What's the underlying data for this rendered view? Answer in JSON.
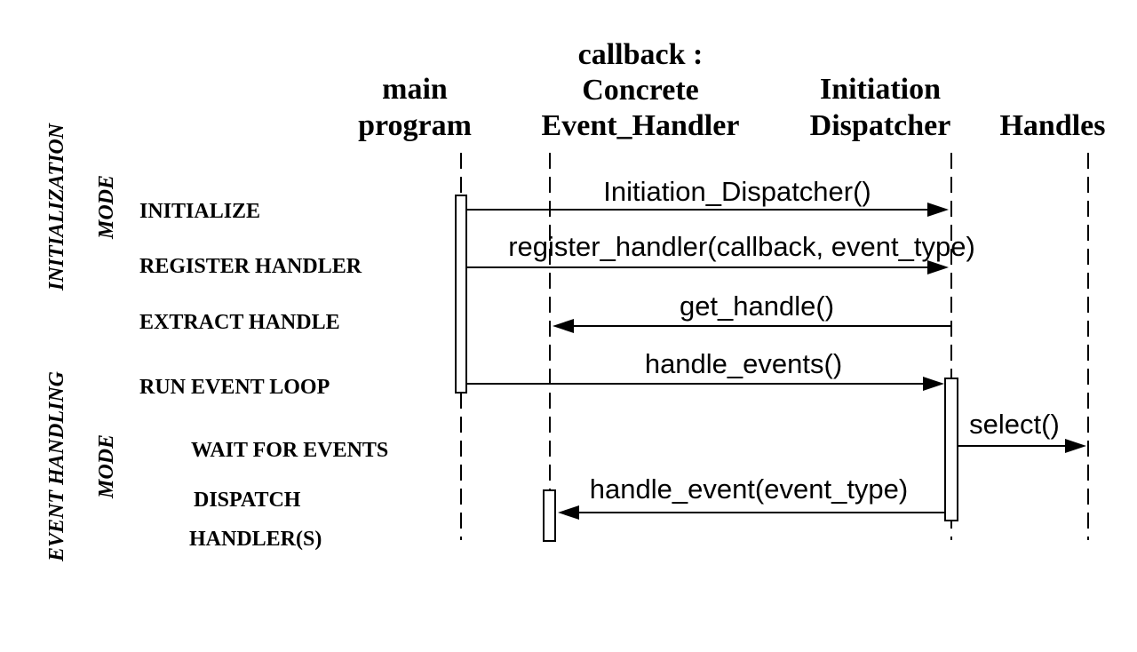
{
  "participants": [
    {
      "id": "main",
      "lines": [
        "main",
        "program"
      ]
    },
    {
      "id": "handler",
      "lines": [
        "callback :",
        "Concrete",
        "Event_Handler"
      ]
    },
    {
      "id": "dispatcher",
      "lines": [
        "Initiation",
        "Dispatcher"
      ]
    },
    {
      "id": "handles",
      "lines": [
        "Handles"
      ]
    }
  ],
  "modes": [
    {
      "id": "init",
      "lines": [
        "INITIALIZATION",
        "MODE"
      ]
    },
    {
      "id": "event",
      "lines": [
        "EVENT HANDLING",
        "MODE"
      ]
    }
  ],
  "steps": [
    {
      "id": "initialize",
      "lines": [
        "INITIALIZE"
      ]
    },
    {
      "id": "register",
      "lines": [
        "REGISTER  HANDLER"
      ]
    },
    {
      "id": "extract",
      "lines": [
        "EXTRACT  HANDLE"
      ]
    },
    {
      "id": "run",
      "lines": [
        "RUN  EVENT  LOOP"
      ]
    },
    {
      "id": "wait",
      "lines": [
        "WAIT  FOR  EVENTS"
      ]
    },
    {
      "id": "dispatch",
      "lines": [
        "DISPATCH",
        "HANDLER(S)"
      ]
    }
  ],
  "messages": [
    {
      "id": "initiation-dispatcher",
      "label": "Initiation_Dispatcher()",
      "from": "main",
      "to": "dispatcher"
    },
    {
      "id": "register-handler",
      "label": "register_handler(callback, event_type)",
      "from": "main",
      "to": "dispatcher"
    },
    {
      "id": "get-handle",
      "label": "get_handle()",
      "from": "dispatcher",
      "to": "handler"
    },
    {
      "id": "handle-events",
      "label": "handle_events()",
      "from": "main",
      "to": "dispatcher"
    },
    {
      "id": "select",
      "label": "select()",
      "from": "dispatcher",
      "to": "handles"
    },
    {
      "id": "handle-event",
      "label": "handle_event(event_type)",
      "from": "dispatcher",
      "to": "handler"
    }
  ]
}
